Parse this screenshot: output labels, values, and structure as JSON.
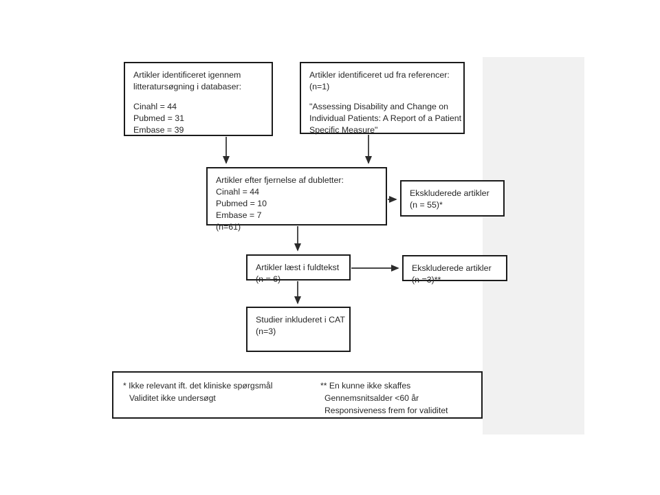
{
  "diagram": {
    "type": "prisma-flow-chart",
    "language": "da",
    "boxes": {
      "databases": {
        "title_line_1": "Artikler identificeret igennem",
        "title_line_2": "litteratursøgning i databaser:",
        "counts": [
          "Cinahl = 44",
          "Pubmed = 31",
          "Embase = 39"
        ]
      },
      "references": {
        "title_line_1": "Artikler identificeret ud fra referencer:",
        "title_line_2": "(n=1)",
        "citation": [
          "\"Assessing Disability and Change on",
          "Individual Patients: A Report of a Patient",
          "Specific Measure\""
        ]
      },
      "duplicates": {
        "title": "Artikler efter fjernelse af dubletter:",
        "counts": [
          "Cinahl = 44",
          "Pubmed = 10",
          "Embase = 7",
          "(n=61)"
        ]
      },
      "excluded_1": {
        "title": "Ekskluderede artikler",
        "count": "(n = 55)*"
      },
      "fulltext": {
        "title": "Artikler læst i fuldtekst",
        "count": "(n = 6)"
      },
      "excluded_2": {
        "title": "Ekskluderede artikler",
        "count": "(n =3)**"
      },
      "included": {
        "title": "Studier inkluderet i CAT",
        "count": "(n=3)"
      }
    },
    "footnotes": {
      "left": [
        "* Ikke relevant ift. det kliniske spørgsmål",
        "Validitet ikke undersøgt"
      ],
      "right": [
        "** En kunne ikke skaffes",
        "Gennemsnitsalder <60 år",
        "Responsiveness frem for validitet"
      ]
    },
    "colors": {
      "border": "#1a1a1a",
      "text": "#262626",
      "background": "#ffffff",
      "band": "#f1f1f1"
    }
  }
}
